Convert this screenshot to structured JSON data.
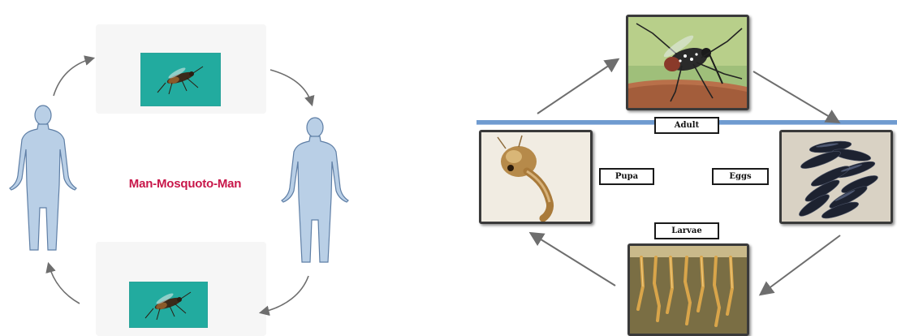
{
  "left_diagram": {
    "center_text": "Man-Mosquoto-Man",
    "nodes": [
      {
        "name": "mosquito-photo-top",
        "type": "mosquito"
      },
      {
        "name": "human-right",
        "type": "human"
      },
      {
        "name": "mosquito-photo-bottom",
        "type": "mosquito"
      },
      {
        "name": "human-left",
        "type": "human"
      }
    ],
    "flow": "clockwise"
  },
  "right_diagram": {
    "stages": {
      "adult": "Adult",
      "eggs": "Eggs",
      "larvae": "Larvae",
      "pupa": "Pupa"
    },
    "flow": [
      "Adult",
      "Eggs",
      "Larvae",
      "Pupa",
      "Adult"
    ]
  },
  "colors": {
    "human_fill": "#b9cfe6",
    "human_stroke": "#5f7fa6",
    "center_text": "#c8174a",
    "arrow": "#6e6e6e",
    "water_line": "#6f9bd0",
    "photo_background": "#26b3a6"
  }
}
